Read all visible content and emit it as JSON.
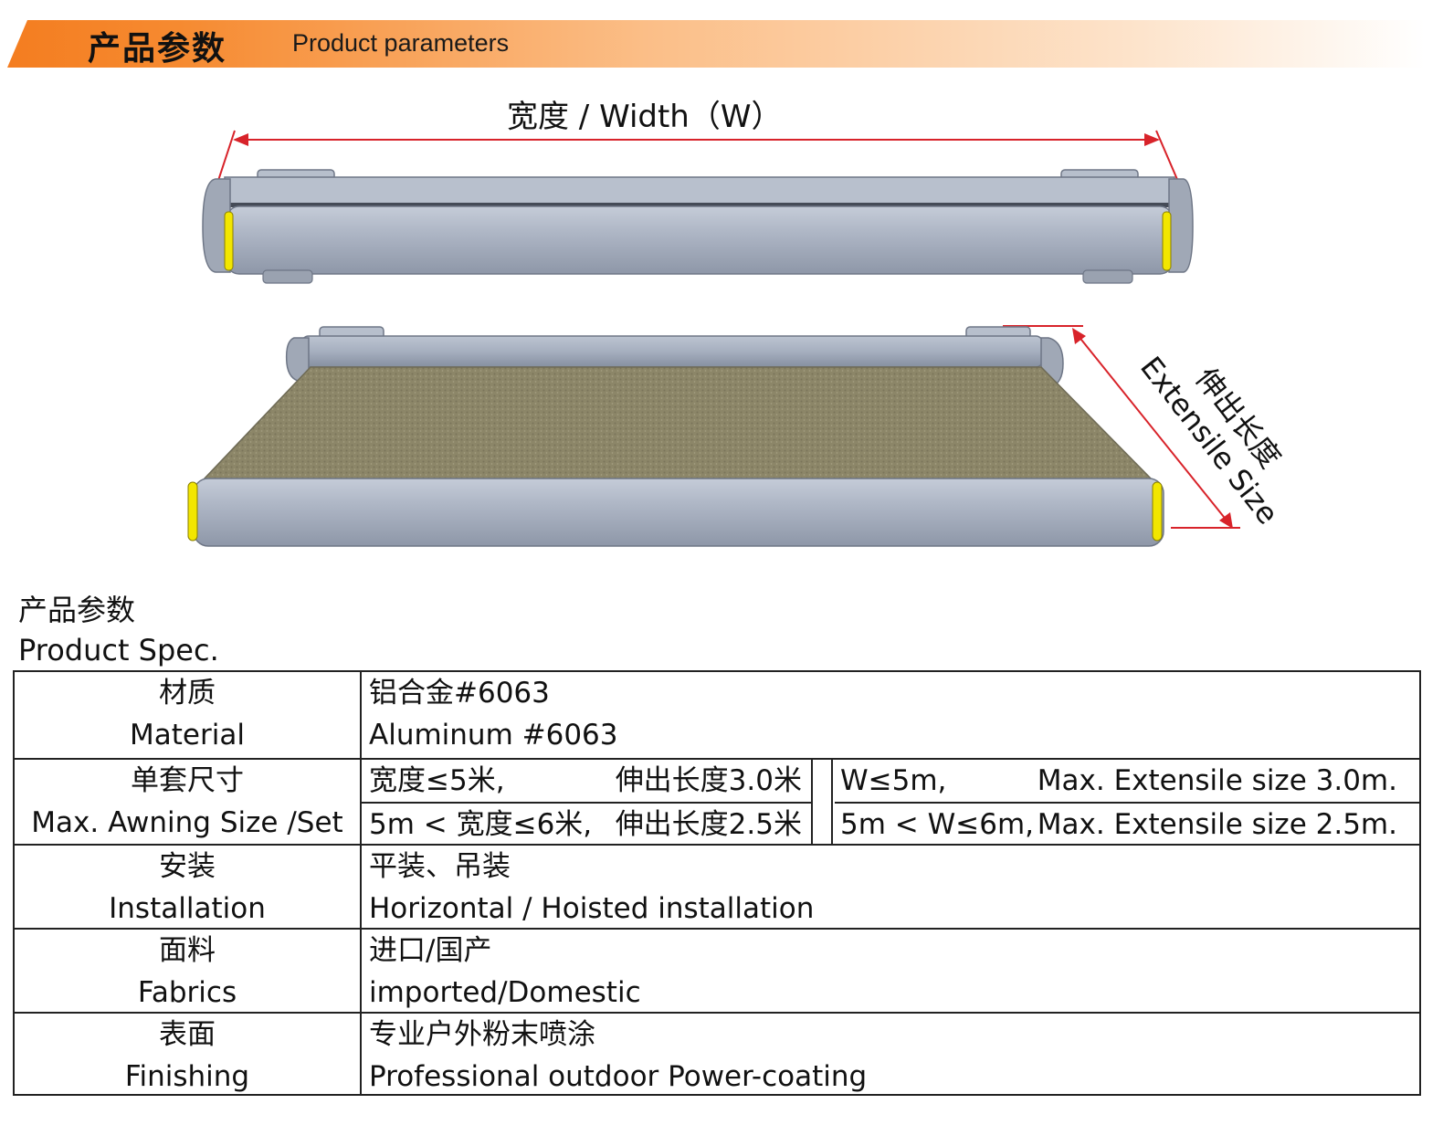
{
  "banner": {
    "title_cn": "产品参数",
    "title_en": "Product parameters"
  },
  "illustration": {
    "width_label": "宽度 / Width（W）",
    "extensile_label_cn": "伸出长度",
    "extensile_label_en": "Extensile Size"
  },
  "spec": {
    "heading_cn": "产品参数",
    "heading_en": "Product Spec.",
    "rows": [
      {
        "label_cn": "材质",
        "label_en": "Material",
        "value_cn": "铝合金#6063",
        "value_en": "Aluminum #6063"
      },
      {
        "label_cn": "单套尺寸",
        "label_en": "Max. Awning Size /Set"
      },
      {
        "label_cn": "安装",
        "label_en": "Installation",
        "value_cn": "平装、吊装",
        "value_en": "Horizontal / Hoisted installation"
      },
      {
        "label_cn": "面料",
        "label_en": "Fabrics",
        "value_cn": "进口/国产",
        "value_en": "imported/Domestic"
      },
      {
        "label_cn": "表面",
        "label_en": "Finishing",
        "value_cn": "专业户外粉末喷涂",
        "value_en": "Professional outdoor Power-coating"
      }
    ],
    "size": {
      "cn_line1_a": "宽度≤5米,",
      "cn_line1_b": "伸出长度3.0米",
      "cn_line2_a": "5m < 宽度≤6米,",
      "cn_line2_b": "伸出长度2.5米",
      "en_line1_a": "W≤5m,",
      "en_line1_b": "Max. Extensile size 3.0m.",
      "en_line2_a": "5m < W≤6m,",
      "en_line2_b": "Max. Extensile size 2.5m."
    }
  },
  "colors": {
    "banner_orange": "#f47d20",
    "housing_gray": "#a9b2c2",
    "housing_dark": "#8a93a3",
    "fabric": "#8a8467",
    "endcap_yellow": "#f2e600",
    "dimension_red": "#d8232a"
  }
}
